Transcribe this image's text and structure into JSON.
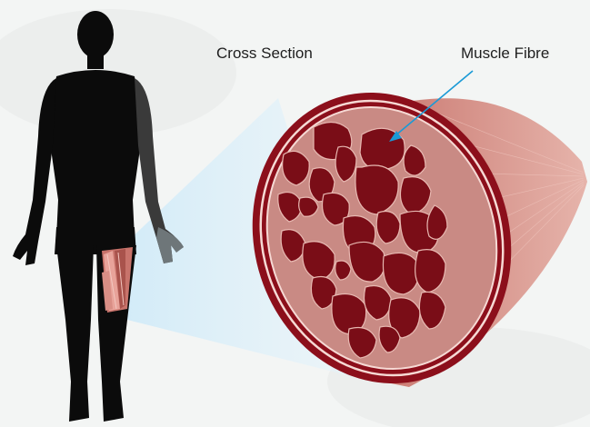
{
  "labels": {
    "cross_section": "Cross Section",
    "muscle_fibre": "Muscle Fibre"
  },
  "colors": {
    "background": "#f3f5f4",
    "silhouette": "#0b0b0b",
    "callout_beam": "#bfe3f7",
    "muscle_outer": "#d9938a",
    "muscle_dark": "#8c0f1b",
    "fibre_fill": "#7a0d17",
    "membrane": "#f6d9d4",
    "interstitial": "#c98a84",
    "pointer": "#1a9ad6"
  },
  "icons": [
    "human-body-silhouette",
    "thigh-muscle-highlight",
    "muscle-cross-section",
    "pointer-arrow"
  ]
}
